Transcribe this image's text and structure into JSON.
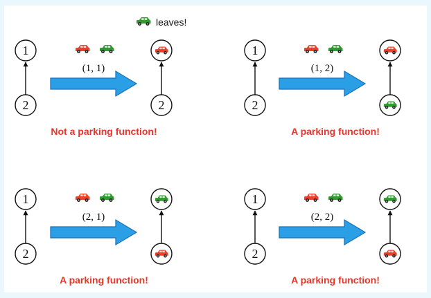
{
  "leaves_note": "leaves!",
  "colors": {
    "red_car": "#e8402a",
    "green_car": "#2f9a2f",
    "arrow": "#2b9fe6",
    "arrow_edge": "#1a6fb8",
    "verdict": "#e8352b",
    "frost": "#d9f1fb"
  },
  "icons": {
    "car": "car-icon",
    "arrow": "right-arrow-icon"
  },
  "panels": [
    {
      "sequence": "(1, 1)",
      "verdict": "Not a parking function!",
      "before_nodes": [
        "1",
        "2"
      ],
      "after_nodes": [
        "2"
      ],
      "spot1_car": "red",
      "spot2_car": "",
      "leaving_car": "green"
    },
    {
      "sequence": "(1, 2)",
      "verdict": "A parking function!",
      "before_nodes": [
        "1",
        "2"
      ],
      "after_nodes": [],
      "spot1_car": "red",
      "spot2_car": "green",
      "leaving_car": ""
    },
    {
      "sequence": "(2, 1)",
      "verdict": "A parking function!",
      "before_nodes": [
        "1",
        "2"
      ],
      "after_nodes": [],
      "spot1_car": "green",
      "spot2_car": "red",
      "leaving_car": ""
    },
    {
      "sequence": "(2, 2)",
      "verdict": "A parking function!",
      "before_nodes": [
        "1",
        "2"
      ],
      "after_nodes": [],
      "spot1_car": "green",
      "spot2_car": "red",
      "leaving_car": ""
    }
  ]
}
